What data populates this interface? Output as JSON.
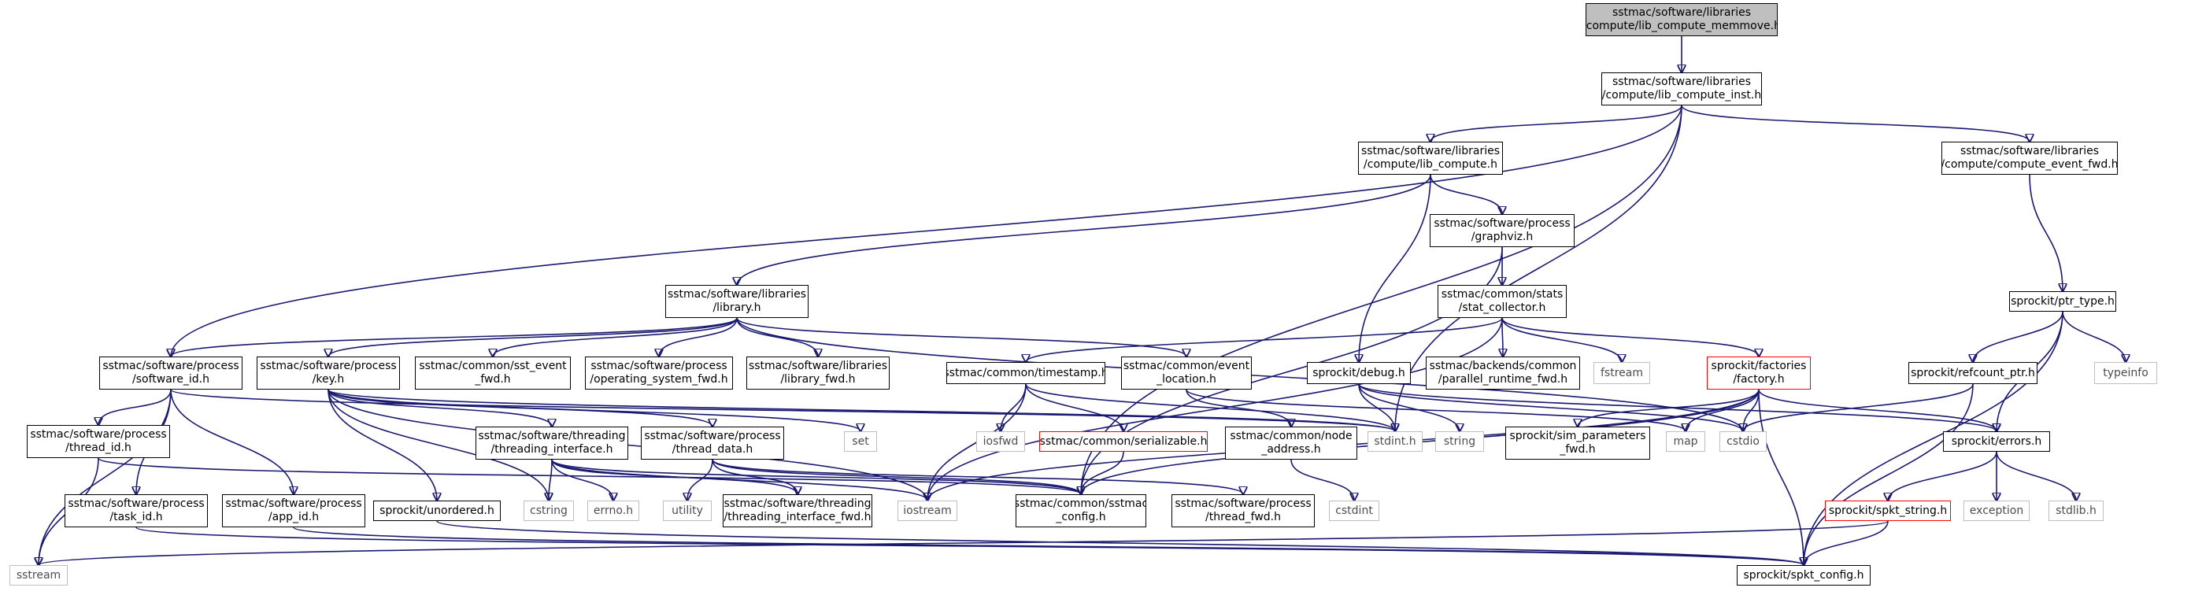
{
  "colors": {
    "edge": "#191970",
    "root_fill": "#bfbfbf",
    "node_border": "#000000",
    "external_border": "#bfbfbf",
    "truncated_border": "#ff0000"
  },
  "nodes": [
    {
      "id": "n0",
      "label": "sstmac/software/libraries\n/compute/lib_compute_memmove.h",
      "kind": "root"
    },
    {
      "id": "n1",
      "label": "sstmac/software/libraries\n/compute/lib_compute_inst.h",
      "kind": "normal"
    },
    {
      "id": "n2",
      "label": "sstmac/software/libraries\n/compute/lib_compute.h",
      "kind": "normal"
    },
    {
      "id": "n3",
      "label": "sstmac/software/libraries\n/compute/compute_event_fwd.h",
      "kind": "normal"
    },
    {
      "id": "n4",
      "label": "sstmac/software/process\n/graphviz.h",
      "kind": "normal"
    },
    {
      "id": "n5",
      "label": "sstmac/software/libraries\n/library.h",
      "kind": "normal"
    },
    {
      "id": "n6",
      "label": "sstmac/common/stats\n/stat_collector.h",
      "kind": "normal"
    },
    {
      "id": "n7",
      "label": "sprockit/ptr_type.h",
      "kind": "normal"
    },
    {
      "id": "n8",
      "label": "sstmac/software/process\n/software_id.h",
      "kind": "normal"
    },
    {
      "id": "n9",
      "label": "sstmac/software/process\n/key.h",
      "kind": "normal"
    },
    {
      "id": "n10",
      "label": "sstmac/common/sst_event\n_fwd.h",
      "kind": "normal"
    },
    {
      "id": "n11",
      "label": "sstmac/software/process\n/operating_system_fwd.h",
      "kind": "normal"
    },
    {
      "id": "n12",
      "label": "sstmac/software/libraries\n/library_fwd.h",
      "kind": "normal"
    },
    {
      "id": "n13",
      "label": "sstmac/common/timestamp.h",
      "kind": "normal"
    },
    {
      "id": "n14",
      "label": "sstmac/common/event\n_location.h",
      "kind": "normal"
    },
    {
      "id": "n15",
      "label": "sprockit/debug.h",
      "kind": "normal"
    },
    {
      "id": "n16",
      "label": "sstmac/backends/common\n/parallel_runtime_fwd.h",
      "kind": "normal"
    },
    {
      "id": "n17",
      "label": "fstream",
      "kind": "external"
    },
    {
      "id": "n18",
      "label": "sprockit/factories\n/factory.h",
      "kind": "truncated"
    },
    {
      "id": "n19",
      "label": "sprockit/refcount_ptr.h",
      "kind": "normal"
    },
    {
      "id": "n20",
      "label": "typeinfo",
      "kind": "external"
    },
    {
      "id": "n21",
      "label": "sstmac/software/process\n/thread_id.h",
      "kind": "normal"
    },
    {
      "id": "n22",
      "label": "set",
      "kind": "external"
    },
    {
      "id": "n23",
      "label": "sstmac/software/threading\n/threading_interface.h",
      "kind": "normal"
    },
    {
      "id": "n24",
      "label": "sstmac/software/process\n/thread_data.h",
      "kind": "normal"
    },
    {
      "id": "n25",
      "label": "iosfwd",
      "kind": "external"
    },
    {
      "id": "n26",
      "label": "sstmac/common/serializable.h",
      "kind": "truncated"
    },
    {
      "id": "n27",
      "label": "sstmac/common/node\n_address.h",
      "kind": "normal"
    },
    {
      "id": "n28",
      "label": "stdint.h",
      "kind": "external"
    },
    {
      "id": "n29",
      "label": "string",
      "kind": "external"
    },
    {
      "id": "n30",
      "label": "sprockit/sim_parameters\n_fwd.h",
      "kind": "normal"
    },
    {
      "id": "n31",
      "label": "map",
      "kind": "external"
    },
    {
      "id": "n32",
      "label": "cstdio",
      "kind": "external"
    },
    {
      "id": "n33",
      "label": "sprockit/errors.h",
      "kind": "normal"
    },
    {
      "id": "n34",
      "label": "sstmac/software/process\n/task_id.h",
      "kind": "normal"
    },
    {
      "id": "n35",
      "label": "sstmac/software/process\n/app_id.h",
      "kind": "normal"
    },
    {
      "id": "n36",
      "label": "sprockit/unordered.h",
      "kind": "normal"
    },
    {
      "id": "n37",
      "label": "cstring",
      "kind": "external"
    },
    {
      "id": "n38",
      "label": "errno.h",
      "kind": "external"
    },
    {
      "id": "n39",
      "label": "iostream",
      "kind": "external"
    },
    {
      "id": "n40",
      "label": "utility",
      "kind": "external"
    },
    {
      "id": "n41",
      "label": "sstmac/software/threading\n/threading_interface_fwd.h",
      "kind": "normal"
    },
    {
      "id": "n42",
      "label": "sstmac/common/sstmac\n_config.h",
      "kind": "normal"
    },
    {
      "id": "n43",
      "label": "sstmac/software/process\n/thread_fwd.h",
      "kind": "normal"
    },
    {
      "id": "n44",
      "label": "cstdint",
      "kind": "external"
    },
    {
      "id": "n45",
      "label": "exception",
      "kind": "external"
    },
    {
      "id": "n46",
      "label": "stdlib.h",
      "kind": "external"
    },
    {
      "id": "n47",
      "label": "sprockit/spkt_string.h",
      "kind": "truncated"
    },
    {
      "id": "n48",
      "label": "sstream",
      "kind": "external"
    },
    {
      "id": "n49",
      "label": "sprockit/spkt_config.h",
      "kind": "normal"
    }
  ],
  "edges": [
    [
      "n0",
      "n1"
    ],
    [
      "n1",
      "n2"
    ],
    [
      "n1",
      "n3"
    ],
    [
      "n1",
      "n8"
    ],
    [
      "n1",
      "n28"
    ],
    [
      "n1",
      "n42"
    ],
    [
      "n2",
      "n4"
    ],
    [
      "n2",
      "n5"
    ],
    [
      "n2",
      "n15"
    ],
    [
      "n3",
      "n7"
    ],
    [
      "n4",
      "n6"
    ],
    [
      "n4",
      "n42"
    ],
    [
      "n5",
      "n8"
    ],
    [
      "n5",
      "n9"
    ],
    [
      "n5",
      "n10"
    ],
    [
      "n5",
      "n11"
    ],
    [
      "n5",
      "n12"
    ],
    [
      "n5",
      "n14"
    ],
    [
      "n5",
      "n32"
    ],
    [
      "n6",
      "n13"
    ],
    [
      "n6",
      "n16"
    ],
    [
      "n6",
      "n17"
    ],
    [
      "n6",
      "n18"
    ],
    [
      "n6",
      "n39"
    ],
    [
      "n7",
      "n19"
    ],
    [
      "n7",
      "n20"
    ],
    [
      "n7",
      "n33"
    ],
    [
      "n7",
      "n49"
    ],
    [
      "n8",
      "n21"
    ],
    [
      "n8",
      "n34"
    ],
    [
      "n8",
      "n35"
    ],
    [
      "n8",
      "n28"
    ],
    [
      "n8",
      "n48"
    ],
    [
      "n9",
      "n22"
    ],
    [
      "n9",
      "n23"
    ],
    [
      "n9",
      "n24"
    ],
    [
      "n9",
      "n36"
    ],
    [
      "n9",
      "n37"
    ],
    [
      "n9",
      "n39"
    ],
    [
      "n9",
      "n28"
    ],
    [
      "n13",
      "n25"
    ],
    [
      "n13",
      "n26"
    ],
    [
      "n13",
      "n39"
    ],
    [
      "n13",
      "n28"
    ],
    [
      "n14",
      "n27"
    ],
    [
      "n14",
      "n31"
    ],
    [
      "n15",
      "n28"
    ],
    [
      "n15",
      "n29"
    ],
    [
      "n15",
      "n32"
    ],
    [
      "n15",
      "n33"
    ],
    [
      "n18",
      "n30"
    ],
    [
      "n18",
      "n31"
    ],
    [
      "n18",
      "n32"
    ],
    [
      "n18",
      "n33"
    ],
    [
      "n18",
      "n39"
    ],
    [
      "n18",
      "n49"
    ],
    [
      "n18",
      "n42"
    ],
    [
      "n19",
      "n32"
    ],
    [
      "n19",
      "n49"
    ],
    [
      "n21",
      "n42"
    ],
    [
      "n21",
      "n48"
    ],
    [
      "n23",
      "n37"
    ],
    [
      "n23",
      "n38"
    ],
    [
      "n23",
      "n39"
    ],
    [
      "n23",
      "n41"
    ],
    [
      "n23",
      "n42"
    ],
    [
      "n24",
      "n40"
    ],
    [
      "n24",
      "n41"
    ],
    [
      "n24",
      "n43"
    ],
    [
      "n24",
      "n42"
    ],
    [
      "n26",
      "n42"
    ],
    [
      "n27",
      "n44"
    ],
    [
      "n33",
      "n45"
    ],
    [
      "n33",
      "n46"
    ],
    [
      "n33",
      "n47"
    ],
    [
      "n34",
      "n49"
    ],
    [
      "n35",
      "n49"
    ],
    [
      "n36",
      "n49"
    ],
    [
      "n47",
      "n49"
    ],
    [
      "n47",
      "n48"
    ]
  ]
}
